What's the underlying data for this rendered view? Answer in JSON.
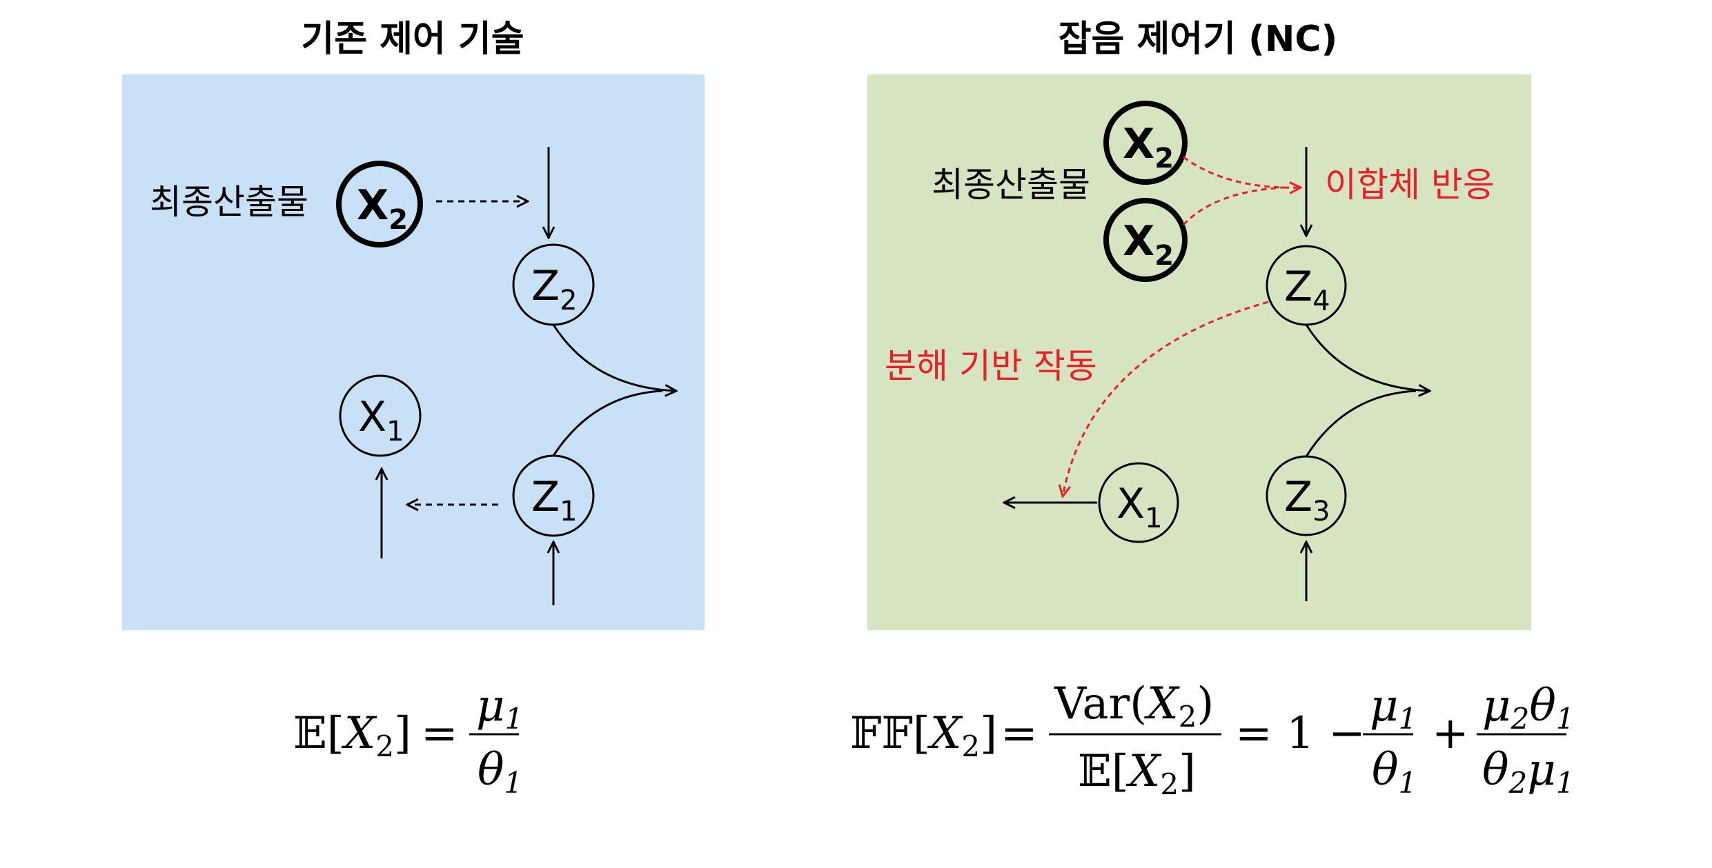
{
  "left_panel": {
    "title": "기존 제어 기술",
    "background": "#c8e1f7",
    "product_label": "최종산출물",
    "nodes": {
      "x2": {
        "base": "X",
        "sub": "2"
      },
      "z2": {
        "base": "Z",
        "sub": "2"
      },
      "x1": {
        "base": "X",
        "sub": "1"
      },
      "z1": {
        "base": "Z",
        "sub": "1"
      }
    }
  },
  "right_panel": {
    "title": "잡음 제어기 (NC)",
    "background": "#d6e4c1",
    "product_label": "최종산출물",
    "dimer_label": "이합체 반응",
    "degradation_label": "분해 기반 작동",
    "nodes": {
      "x2_top": {
        "base": "X",
        "sub": "2"
      },
      "x2_bottom": {
        "base": "X",
        "sub": "2"
      },
      "z4": {
        "base": "Z",
        "sub": "4"
      },
      "x1": {
        "base": "X",
        "sub": "1"
      },
      "z3": {
        "base": "Z",
        "sub": "3"
      }
    }
  },
  "equations": {
    "left": {
      "lhs_bb": "𝔼",
      "lhs_open": "[",
      "lhs_var": "X",
      "lhs_sub": "2",
      "lhs_close": "]",
      "equals": "=",
      "num_sym": "μ",
      "num_sub": "1",
      "den_sym": "θ",
      "den_sub": "1"
    },
    "right": {
      "lhs_bb": "𝔽𝔽",
      "lhs_open": "[",
      "lhs_var": "X",
      "lhs_sub": "2",
      "lhs_close": "]",
      "equals": "=",
      "frac1_num_text": "Var(",
      "frac1_num_var": "X",
      "frac1_num_sub": "2",
      "frac1_num_close": ")",
      "frac1_den_bb": "𝔼",
      "frac1_den_open": "[",
      "frac1_den_var": "X",
      "frac1_den_sub": "2",
      "frac1_den_close": "]",
      "equals2": "= 1 −",
      "frac2_num_sym": "μ",
      "frac2_num_sub": "1",
      "frac2_den_sym": "θ",
      "frac2_den_sub": "1",
      "plus": "+",
      "frac3_num_a": "μ",
      "frac3_num_a_sub": "2",
      "frac3_num_b": "θ",
      "frac3_num_b_sub": "1",
      "frac3_den_a": "θ",
      "frac3_den_a_sub": "2",
      "frac3_den_b": "μ",
      "frac3_den_b_sub": "1"
    }
  },
  "colors": {
    "left_bg": "#c8e1f7",
    "right_bg": "#d6e4c1",
    "red": "#e8202a",
    "ink": "#000000"
  }
}
